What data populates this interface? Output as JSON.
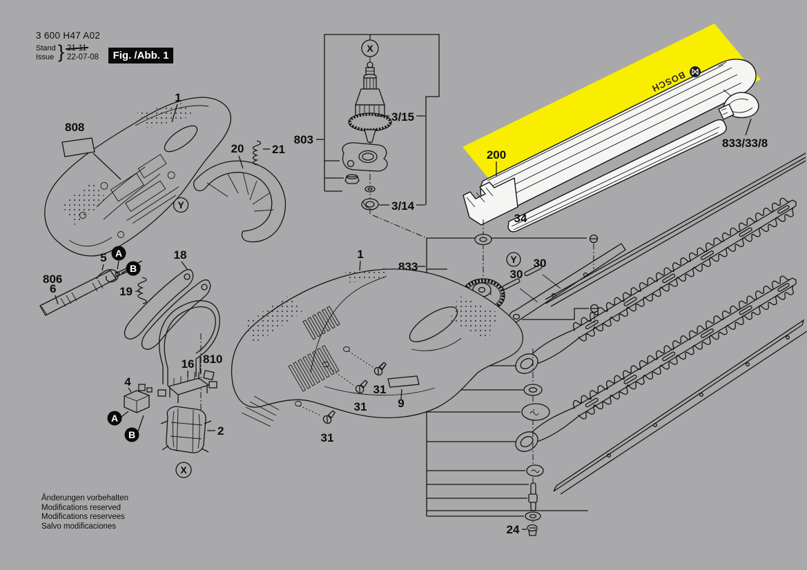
{
  "header": {
    "type_number": "3 600 H47 A02",
    "stand_label": "Stand",
    "issue_label": "Issue",
    "brace": "}",
    "stand_date": "21-11",
    "issue_date": "22-07-08",
    "figure_badge": "Fig. /Abb. 1"
  },
  "footer": {
    "lines": [
      "Änderungen vorbehalten",
      "Modifications reserved",
      "Modifications reservees",
      "Salvo modificaciones"
    ]
  },
  "colors": {
    "background": "#a9a9ab",
    "highlight_yellow": "#f9ee00",
    "ink": "#141414",
    "part_white": "#f5f5f4"
  },
  "brand": {
    "cover_text": "BOSCH"
  },
  "labels": {
    "housing_half": "1",
    "stator": "2",
    "armature_set": "3/15",
    "bearing": "3/14",
    "switch": "4",
    "cable_clip": "5",
    "power_cord": "6",
    "cover_plate": "9",
    "electronic_module": "16",
    "trigger_lever": "18",
    "spring_19": "19",
    "handle_guard": "20",
    "spring_21": "21",
    "screw_24": "24",
    "pin_30": "30",
    "screw_31": "31",
    "rail_34": "34",
    "blade_guard": "200",
    "motor_unit": "803",
    "cord_assembly": "806",
    "nameplate": "808",
    "suppressor": "810",
    "blade_set": "833",
    "guard_kit": "833/33/8",
    "ref_a": "A",
    "ref_b": "B",
    "ref_x": "X",
    "ref_y": "Y"
  }
}
